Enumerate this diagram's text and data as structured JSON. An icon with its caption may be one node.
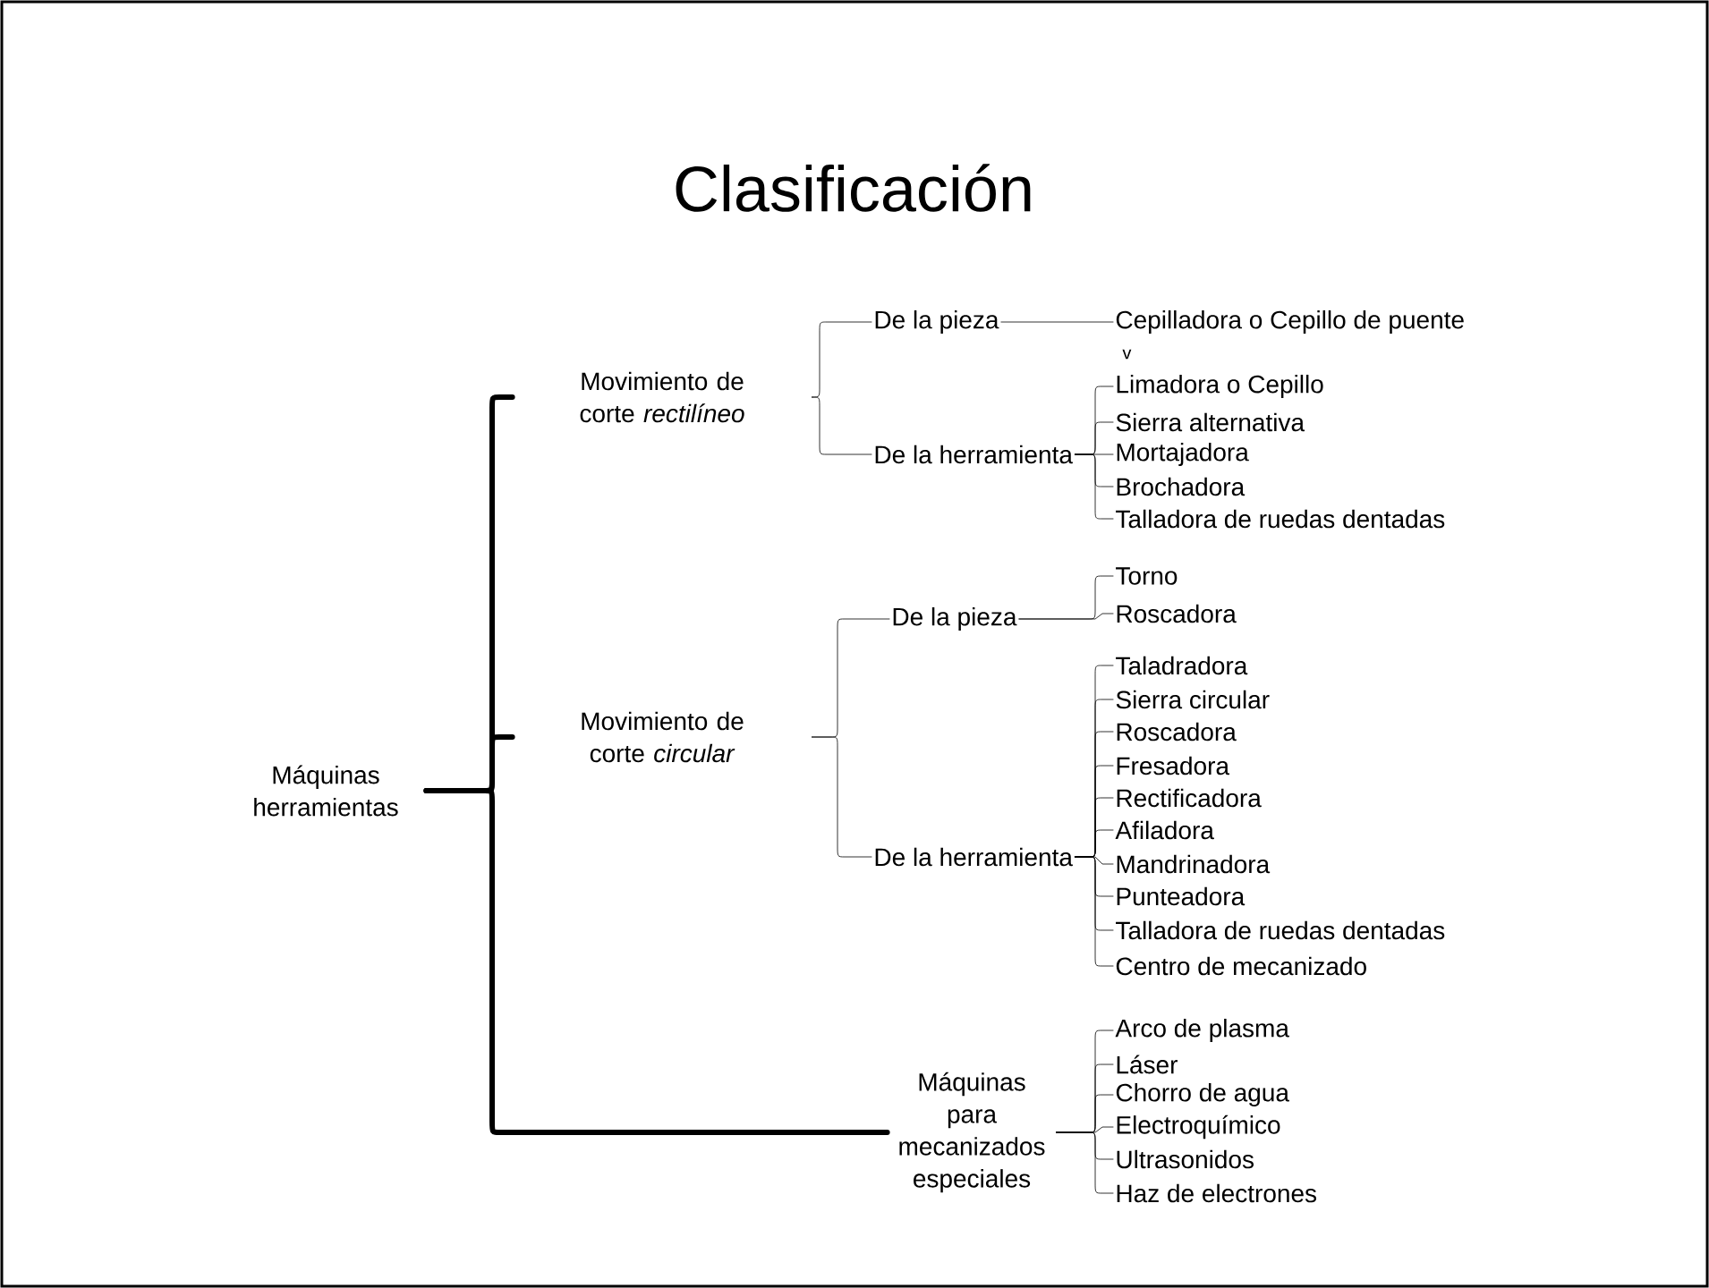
{
  "diagram": {
    "title": "Clasificación",
    "nodes": [
      {
        "text": [
          "Máquinas herramientas"
        ]
      },
      {
        "text": [
          "Movimiento de corte *rectilíneo*"
        ]
      },
      {
        "text": [
          "De la pieza"
        ]
      },
      {
        "text": [
          "Cepilladora o Cepillo de puente"
        ]
      },
      {
        "text": [
          "De la herramienta"
        ]
      },
      {
        "text": [
          "Limadora o Cepillo"
        ]
      },
      {
        "text": [
          "Sierra alternativa"
        ]
      },
      {
        "text": [
          "Mortajadora"
        ]
      },
      {
        "text": [
          "Brochadora"
        ]
      },
      {
        "text": [
          "Talladora de ruedas dentadas"
        ]
      },
      {
        "text": [
          "Movimiento de corte *circular*"
        ]
      },
      {
        "text": [
          "De la pieza"
        ]
      },
      {
        "text": [
          "Torno"
        ]
      },
      {
        "text": [
          "Roscadora"
        ]
      },
      {
        "text": [
          "De la herramienta"
        ]
      },
      {
        "text": [
          "Taladradora"
        ]
      },
      {
        "text": [
          "Sierra circular"
        ]
      },
      {
        "text": [
          "Roscadora"
        ]
      },
      {
        "text": [
          "Fresadora"
        ]
      },
      {
        "text": [
          "Rectificadora"
        ]
      },
      {
        "text": [
          "Afiladora"
        ]
      },
      {
        "text": [
          "Mandrinadora"
        ]
      },
      {
        "text": [
          "Punteadora"
        ]
      },
      {
        "text": [
          "Talladora de ruedas dentadas"
        ]
      },
      {
        "text": [
          "Centro de mecanizado"
        ]
      },
      {
        "text": [
          "Máquinas para mecanizados especiales"
        ]
      },
      {
        "text": [
          "Arco de plasma"
        ]
      },
      {
        "text": [
          "Láser"
        ]
      },
      {
        "text": [
          "Chorro de agua"
        ]
      },
      {
        "text": [
          "Electroquímico"
        ]
      },
      {
        "text": [
          "Ultrasonidos"
        ]
      },
      {
        "text": [
          "Haz de electrones"
        ]
      }
    ],
    "edges": [
      {
        "from": 0,
        "to": 1,
        "arrow": "none",
        "style": "thick"
      },
      {
        "from": 0,
        "to": 10,
        "arrow": "none",
        "style": "thick"
      },
      {
        "from": 0,
        "to": 25,
        "arrow": "none",
        "style": "thick"
      },
      {
        "from": 1,
        "to": 2,
        "arrow": "none"
      },
      {
        "from": 1,
        "to": 4,
        "arrow": "none"
      },
      {
        "from": 2,
        "to": 3,
        "arrow": "none"
      },
      {
        "from": 4,
        "to": 5,
        "arrow": "none"
      },
      {
        "from": 4,
        "to": 6,
        "arrow": "none"
      },
      {
        "from": 4,
        "to": 7,
        "arrow": "none"
      },
      {
        "from": 4,
        "to": 8,
        "arrow": "none"
      },
      {
        "from": 4,
        "to": 9,
        "arrow": "none"
      },
      {
        "from": 10,
        "to": 11,
        "arrow": "none"
      },
      {
        "from": 10,
        "to": 14,
        "arrow": "none"
      },
      {
        "from": 11,
        "to": 12,
        "arrow": "none"
      },
      {
        "from": 11,
        "to": 13,
        "arrow": "none"
      },
      {
        "from": 14,
        "to": 15,
        "arrow": "none"
      },
      {
        "from": 14,
        "to": 16,
        "arrow": "none"
      },
      {
        "from": 14,
        "to": 17,
        "arrow": "none"
      },
      {
        "from": 14,
        "to": 18,
        "arrow": "none"
      },
      {
        "from": 14,
        "to": 19,
        "arrow": "none"
      },
      {
        "from": 14,
        "to": 20,
        "arrow": "none"
      },
      {
        "from": 14,
        "to": 21,
        "arrow": "none"
      },
      {
        "from": 14,
        "to": 22,
        "arrow": "none"
      },
      {
        "from": 14,
        "to": 23,
        "arrow": "none"
      },
      {
        "from": 14,
        "to": 24,
        "arrow": "none"
      },
      {
        "from": 25,
        "to": 26,
        "arrow": "none"
      },
      {
        "from": 25,
        "to": 27,
        "arrow": "none"
      },
      {
        "from": 25,
        "to": 28,
        "arrow": "none"
      },
      {
        "from": 25,
        "to": 29,
        "arrow": "none"
      },
      {
        "from": 25,
        "to": 30,
        "arrow": "none"
      },
      {
        "from": 25,
        "to": 31,
        "arrow": "none"
      }
    ],
    "labels": [
      "v"
    ]
  }
}
